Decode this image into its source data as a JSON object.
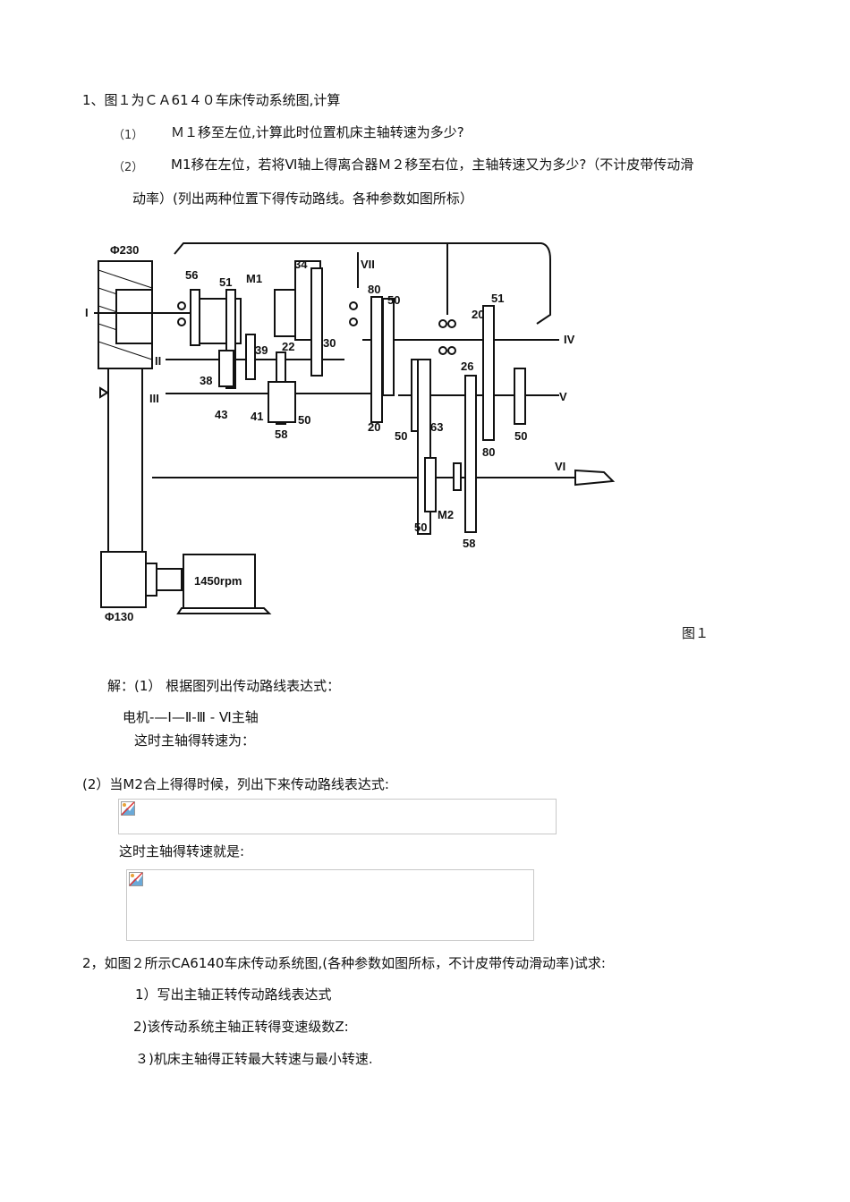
{
  "q1": {
    "title": "1、图１为ＣＡ61４０车床传动系统图,计算",
    "sub1_num": "（1）",
    "sub1_text": "Ｍ１移至左位,计算此时位置机床主轴转速为多少?",
    "sub2_num": "（2）",
    "sub2_text": "M1移在左位，若将Ⅵ轴上得离合器Ｍ２移至右位，主轴转速又为多少?（不计皮带传动滑",
    "sub2_cont": "动率）(列出两种位置下得传动路线。各种参数如图所标）"
  },
  "figure": {
    "caption": "图１",
    "labels": {
      "pulley_top": "Φ230",
      "pulley_bottom": "Φ130",
      "motor": "1450rpm",
      "shaft_I": "I",
      "shaft_II": "II",
      "shaft_III": "III",
      "shaft_IV": "IV",
      "shaft_V": "V",
      "shaft_VI": "VI",
      "shaft_VII": "VII",
      "clutch_M1": "M1",
      "clutch_M2": "M2",
      "g56": "56",
      "g51a": "51",
      "g34": "34",
      "g80a": "80",
      "g50a": "50",
      "g51b": "51",
      "g20a": "20",
      "g39": "39",
      "g22": "22",
      "g30": "30",
      "g38": "38",
      "g43": "43",
      "g41": "41",
      "g58a": "58",
      "g50b": "50",
      "g26": "26",
      "g63": "63",
      "g20b": "20",
      "g50c": "50",
      "g80b": "80",
      "g50d": "50",
      "g50e": "50",
      "g58b": "58"
    }
  },
  "solution": {
    "part1_header": "解：(1） 根据图列出传动路线表达式：",
    "route": "电机-—Ⅰ—Ⅱ-Ⅲ - Ⅵ主轴",
    "speed_line": "这时主轴得转速为：",
    "part2_header": "(2）当M2合上得得时候，列出下来传动路线表达式:",
    "speed_line2": "这时主轴得转速就是:"
  },
  "q2": {
    "title": "2，如图２所示CA6140车床传动系统图,(各种参数如图所标，不计皮带传动滑动率)试求:",
    "item1": "1）写出主轴正转传动路线表达式",
    "item2": "2)该传动系统主轴正转得变速级数Z:",
    "item3": "３)机床主轴得正转最大转速与最小转速."
  }
}
